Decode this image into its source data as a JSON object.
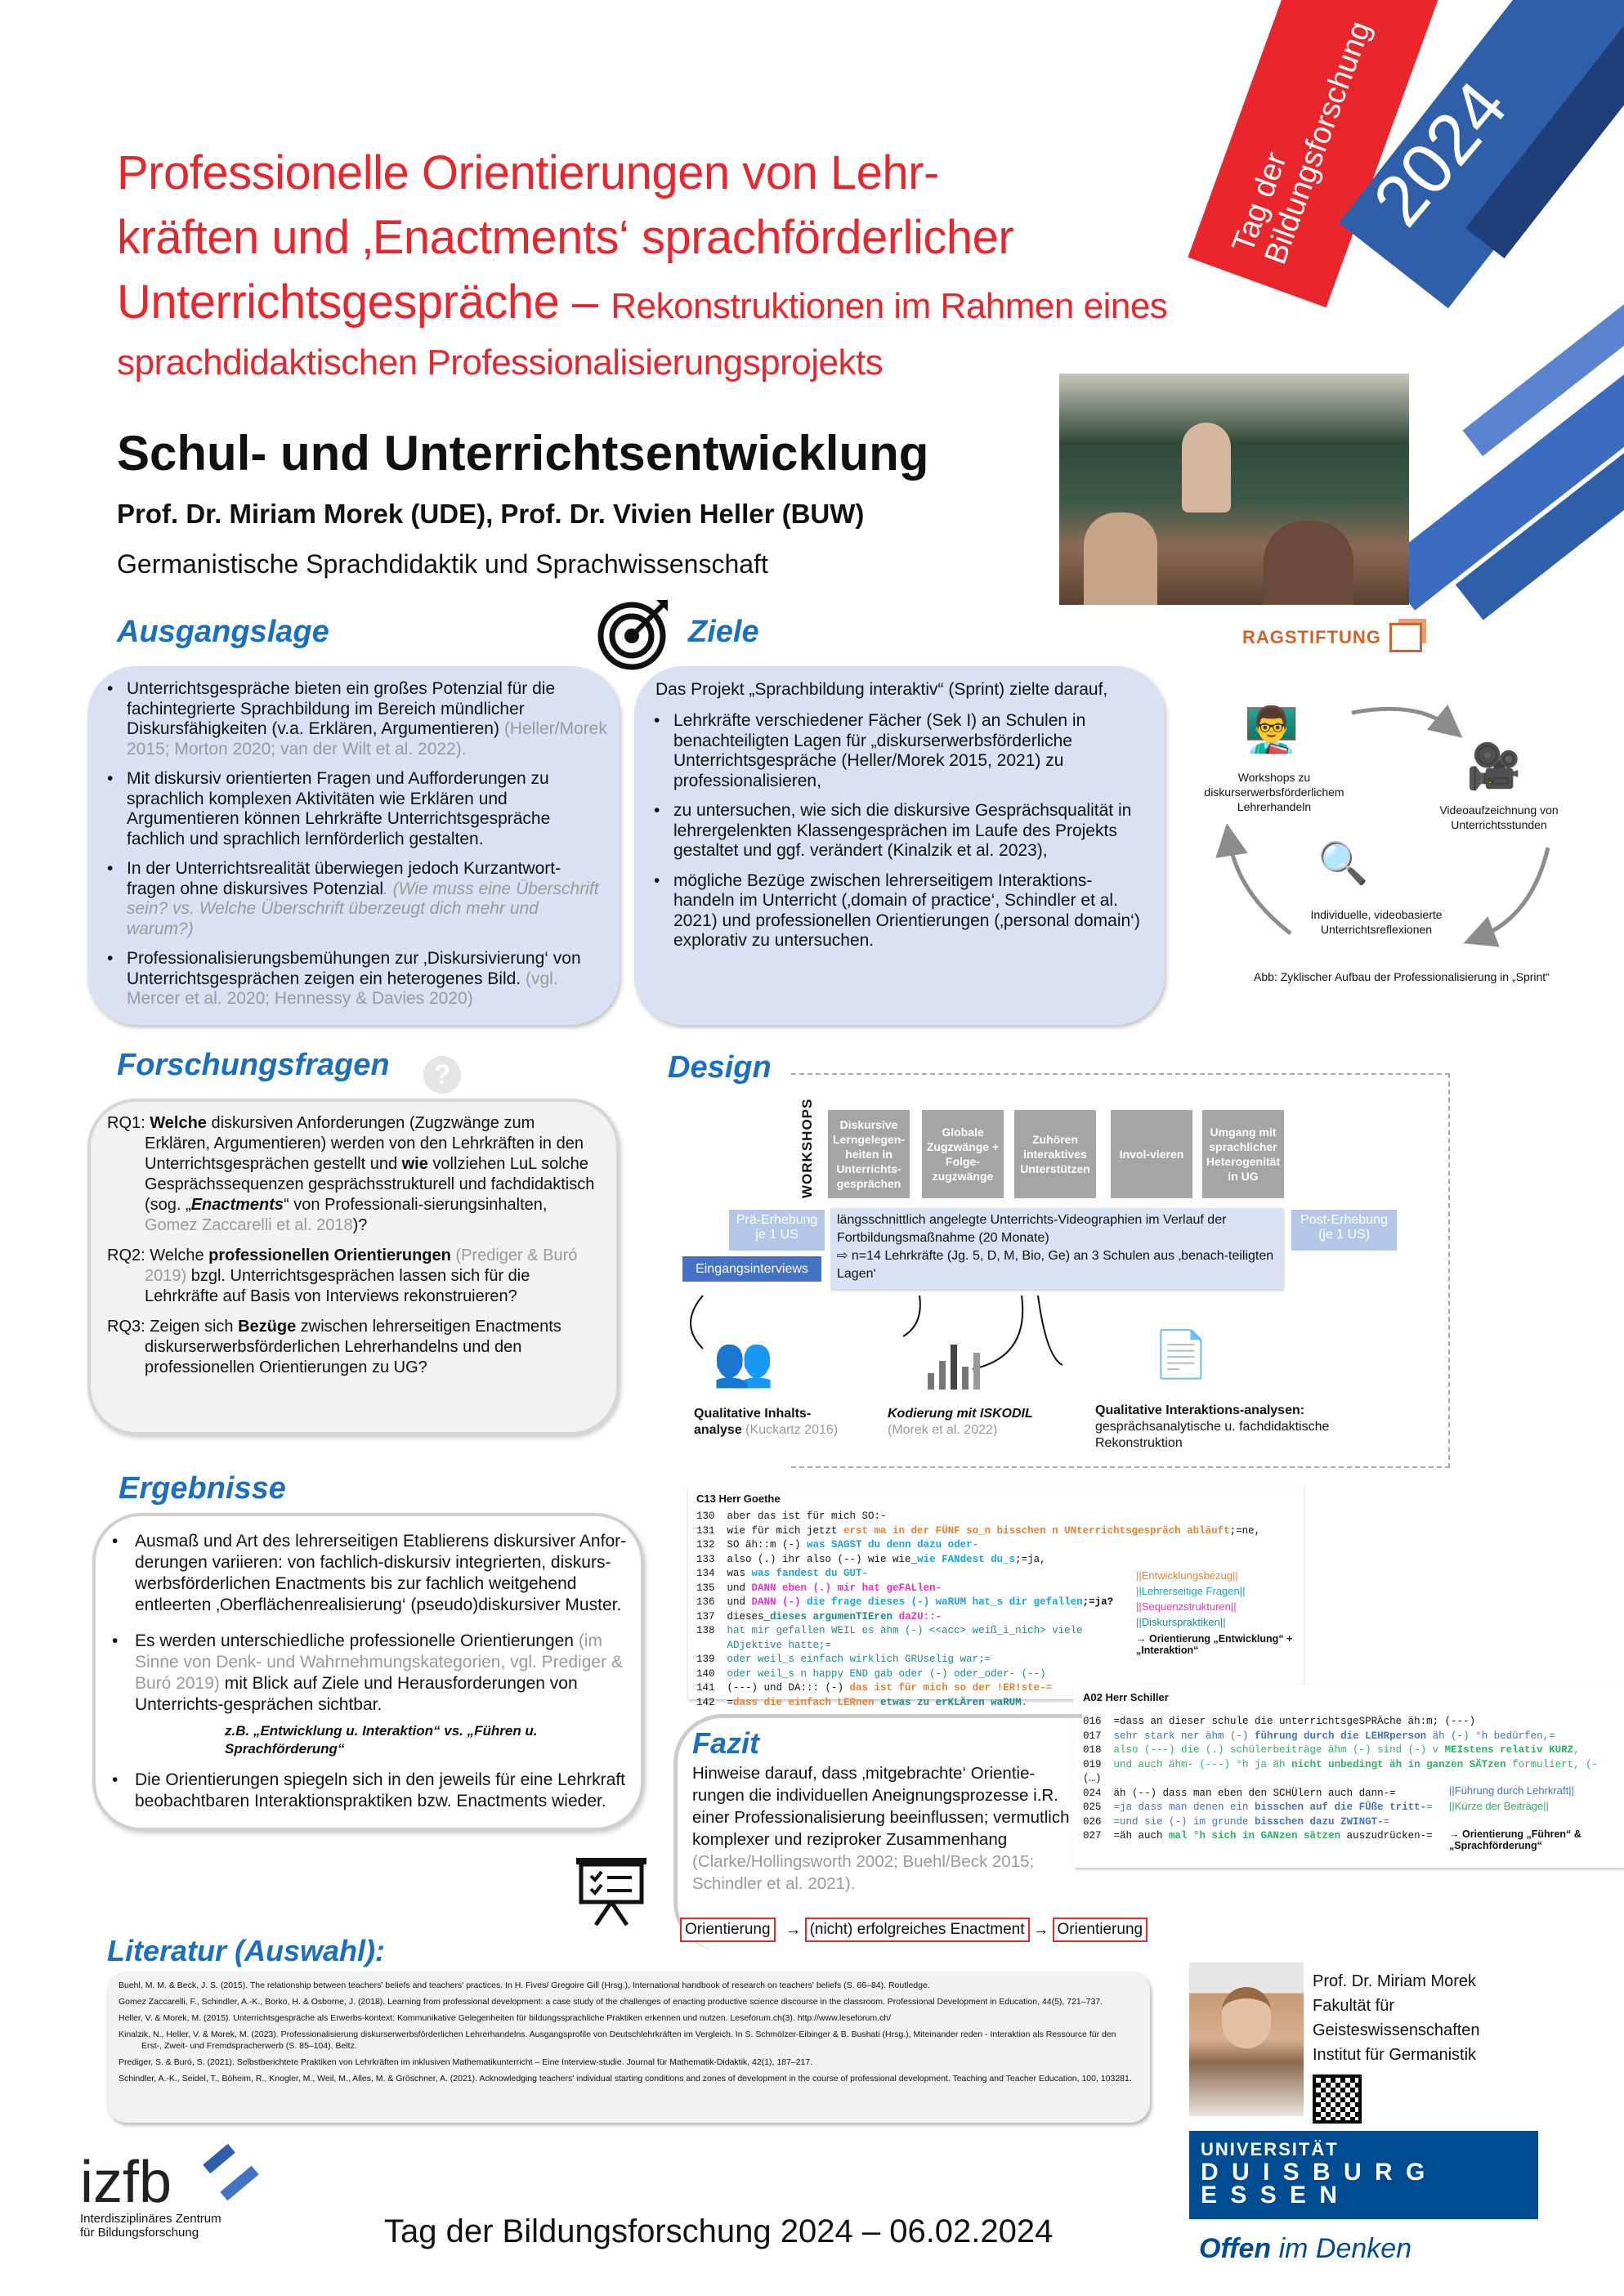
{
  "header": {
    "title_lines": [
      "Professionelle Orientierungen von Lehr-",
      "kräften und ‚Enactments‘ sprachförderlicher",
      "Unterrichtsgespräche –"
    ],
    "subtitle_1": "Rekonstruktionen im Rahmen eines",
    "subtitle_2": "sprachdidaktischen Professionalisierungsprojekts",
    "section": "Schul- und Unterrichtsentwicklung",
    "authors": "Prof. Dr. Miriam Morek (UDE), Prof. Dr. Vivien Heller (BUW)",
    "affiliation": "Germanistische Sprachdidaktik und Sprachwissenschaft",
    "banner_event": "Tag der Bildungsforschung",
    "banner_year": "2024",
    "sponsor": "RAGSTIFTUNG"
  },
  "colors": {
    "red": "#e8262b",
    "blue": "#1a6fbf",
    "box_blue": "#d9e2f3",
    "stripe_blue": "#2f5fa8"
  },
  "ausgangslage": {
    "heading": "Ausgangslage",
    "items": [
      [
        {
          "t": "Unterrichtsgespräche bieten ein großes Potenzial für die fachintegrierte Sprachbildung im Bereich mündlicher Diskursfähigkeiten (v.a. Erklären, Argumentieren) "
        },
        {
          "t": "(Heller/Morek 2015; Morton 2020; van der Wilt et al. 2022).",
          "s": "g"
        }
      ],
      [
        {
          "t": "Mit diskursiv orientierten Fragen und Aufforderungen zu sprachlich komplexen Aktivitäten wie Erklären und Argumentieren können Lehrkräfte Unterrichtsgespräche fachlich und sprachlich lernförderlich gestalten."
        }
      ],
      [
        {
          "t": "In der Unterrichtsrealität überwiegen jedoch Kurzantwort-fragen ohne diskursives Potenzial"
        },
        {
          "t": ". (Wie muss eine Überschrift sein? vs. Welche Überschrift überzeugt dich mehr und warum?)",
          "s": "g i"
        }
      ],
      [
        {
          "t": "Professionalisierungsbemühungen zur ‚Diskursivierung‘ von Unterrichtsgesprächen zeigen ein heterogenes Bild. "
        },
        {
          "t": "(vgl. Mercer et al. 2020; Hennessy & Davies 2020)",
          "s": "g"
        }
      ]
    ]
  },
  "ziele": {
    "heading": "Ziele",
    "intro": "Das Projekt „Sprachbildung interaktiv“ (Sprint) zielte darauf,",
    "items": [
      [
        {
          "t": "Lehrkräfte verschiedener Fächer (Sek I) an Schulen in benachteiligten Lagen für „diskurserwerbsförderliche Unterrichtsgespräche (Heller/Morek 2015, 2021) zu professionalisieren,"
        }
      ],
      [
        {
          "t": "zu untersuchen, wie sich die diskursive Gesprächsqualität in lehrergelenkten Klassengesprächen im Laufe des Projekts gestaltet und ggf. verändert (Kinalzik et al. 2023),"
        }
      ],
      [
        {
          "t": "mögliche Bezüge zwischen lehrerseitigem Interaktions-handeln im Unterricht (‚domain of practice‘, Schindler et al. 2021) und professionellen Orientierungen (‚personal domain‘) explorativ zu untersuchen."
        }
      ]
    ]
  },
  "cycle": {
    "steps": [
      "Workshops zu diskurserwerbsförderlichem Lehrerhandeln",
      "Videoaufzeichnung von Unterrichtsstunden",
      "Individuelle, videobasierte Unterrichtsreflexionen"
    ],
    "caption": "Abb: Zyklischer Aufbau der Professionalisierung in „Sprint“"
  },
  "forschungsfragen": {
    "heading": "Forschungsfragen",
    "items": [
      [
        {
          "t": "RQ1: "
        },
        {
          "t": "Welche",
          "s": "b"
        },
        {
          "t": " diskursiven Anforderungen (Zugzwänge zum Erklären, Argumentieren) werden von den Lehrkräften in den Unterrichtsgesprächen gestellt und "
        },
        {
          "t": "wie",
          "s": "b"
        },
        {
          "t": " vollziehen LuL solche Gesprächssequenzen gesprächsstrukturell und fachdidaktisch (sog. „"
        },
        {
          "t": "Enactments",
          "s": "b i"
        },
        {
          "t": "“ von Professionali-sierungsinhalten, "
        },
        {
          "t": "Gomez Zaccarelli et al. 2018",
          "s": "g"
        },
        {
          "t": ")?"
        }
      ],
      [
        {
          "t": "RQ2: Welche "
        },
        {
          "t": "professionellen Orientierungen",
          "s": "b"
        },
        {
          "t": " "
        },
        {
          "t": "(Prediger & Buró 2019)",
          "s": "g"
        },
        {
          "t": " bzgl. Unterrichtsgesprächen lassen sich für die Lehrkräfte auf Basis von Interviews rekonstruieren?"
        }
      ],
      [
        {
          "t": "RQ3: Zeigen sich "
        },
        {
          "t": "Bezüge",
          "s": "b"
        },
        {
          "t": " zwischen lehrerseitigen Enactments diskurserwerbsförderlichen Lehrerhandelns und den professionellen Orientierungen zu UG?"
        }
      ]
    ]
  },
  "design": {
    "heading": "Design",
    "workshops_label": "WORKSHOPS",
    "workshops": [
      "Diskursive Lerngelegen-heiten in Unterrichts-gesprächen",
      "Globale Zugzwänge + Folge-zugzwänge",
      "Zuhören interaktives Unterstützen",
      "Invol-vieren",
      "Umgang mit sprachlicher Heterogenität in UG"
    ],
    "pre": "Prä-Erhebung je 1 US",
    "post": "Post-Erhebung (je 1 US)",
    "interviews": "Eingangsinterviews",
    "main_1": "längsschnittlich angelegte Unterrichts-Videographien im Verlauf der Fortbildungsmaßnahme (20 Monate)",
    "main_2": "⇨ n=14 Lehrkräfte (Jg. 5, D, M, Bio, Ge) an 3 Schulen aus ‚benach-teiligten Lagen‘",
    "methods": [
      {
        "title": "Qualitative Inhalts-analyse",
        "cite": "(Kuckartz 2016)"
      },
      {
        "title": "Kodierung mit ISKODIL",
        "cite": "(Morek et al. 2022)"
      },
      {
        "title": "Qualitative Interaktions-analysen:",
        "cite": "gesprächsanalytische u. fachdidaktische Rekonstruktion"
      }
    ]
  },
  "ergebnisse": {
    "heading": "Ergebnisse",
    "items": [
      [
        {
          "t": "Ausmaß und Art des lehrerseitigen Etablierens diskursiver Anfor-derungen variieren: von fachlich-diskursiv integrierten, diskurs-werbsförderlichen Enactments bis zur fachlich weitgehend entleerten ‚Oberflächenrealisierung‘ (pseudo)diskursiver Muster."
        }
      ],
      [
        {
          "t": "Es werden unterschiedliche professionelle Orientierungen "
        },
        {
          "t": "(im Sinne von Denk- und Wahrnehmungskategorien, vgl. Prediger & Buró 2019)",
          "s": "g"
        },
        {
          "t": " mit Blick auf Ziele und Herausforderungen von Unterrichts-gesprächen sichtbar."
        }
      ],
      [
        {
          "t": "Die Orientierungen spiegeln sich in den jeweils für eine Lehrkraft beobachtbaren Interaktionspraktiken bzw. Enactments wieder."
        }
      ]
    ],
    "example": "z.B. „Entwicklung u. Interaktion“ vs. „Führen u. Sprachförderung“"
  },
  "transcript_c13": {
    "title": "C13 Herr Goethe",
    "lines": [
      {
        "n": "130",
        "segs": [
          {
            "t": "aber das ist für mich SO:-"
          }
        ]
      },
      {
        "n": "131",
        "segs": [
          {
            "t": "wie für mich jetzt "
          },
          {
            "t": "erst ma in der FÜNF so_n bisschen n UNterrichtsgespräch abläuft",
            "c": "c-or"
          },
          {
            "t": ";=ne,"
          }
        ]
      },
      {
        "n": "132",
        "segs": [
          {
            "t": "SO äh::m (-) "
          },
          {
            "t": "was SAGST du denn dazu oder-",
            "c": "c-cy"
          }
        ]
      },
      {
        "n": "133",
        "segs": [
          {
            "t": "also (.) ihr also (--) wie wie_"
          },
          {
            "t": "wie FANdest du_s",
            "c": "c-cy"
          },
          {
            "t": ";=ja,"
          }
        ]
      },
      {
        "n": "134",
        "segs": [
          {
            "t": "was "
          },
          {
            "t": "was fandest du GUT-",
            "c": "c-cy"
          }
        ]
      },
      {
        "n": "135",
        "segs": [
          {
            "t": "und "
          },
          {
            "t": "DANN eben (.) mir hat geFALlen-",
            "c": "c-mg"
          }
        ]
      },
      {
        "n": "136",
        "segs": [
          {
            "t": "und "
          },
          {
            "t": "DANN (-) ",
            "c": "c-mg"
          },
          {
            "t": "die frage dieses (-) waRUM hat_s dir gefallen",
            "c": "c-cy"
          },
          {
            "t": ";=ja?",
            "c": "c-bk"
          }
        ]
      },
      {
        "n": "137",
        "segs": [
          {
            "t": "dieses_"
          },
          {
            "t": "dieses argumenTIEren",
            "c": "c-tlb"
          },
          {
            "t": " "
          },
          {
            "t": "daZU::-",
            "c": "c-mg"
          }
        ]
      },
      {
        "n": "138",
        "segs": [
          {
            "t": "hat mir gefallen WEIL es ähm (-) <<acc> weiß_i_nich> viele\n     ADjektive hatte;=",
            "c": "c-tl"
          }
        ]
      },
      {
        "n": "139",
        "segs": [
          {
            "t": "oder weil_s einfach wirklich GRUselig war;=",
            "c": "c-tl"
          }
        ]
      },
      {
        "n": "140",
        "segs": [
          {
            "t": "oder weil_s n happy END gab oder (-) oder_oder- (--)",
            "c": "c-tl"
          }
        ]
      },
      {
        "n": "141",
        "segs": [
          {
            "t": "(---) und DA::: (-) "
          },
          {
            "t": "das ist für mich so der !ER!ste-=",
            "c": "c-or"
          }
        ]
      },
      {
        "n": "142",
        "segs": [
          {
            "t": "="
          },
          {
            "t": "dass die einfach LERnen",
            "c": "c-or"
          },
          {
            "t": " "
          },
          {
            "t": "etwas zu erKLÄren waRUM.",
            "c": "c-tlb"
          }
        ]
      }
    ],
    "codes": [
      {
        "t": "||Entwicklungsbezug||",
        "c": "#f07f2a"
      },
      {
        "t": "||Lehrerseitige Fragen||",
        "c": "#1aa3e0"
      },
      {
        "t": "||Sequenzstrukturen||",
        "c": "#ff2bbf"
      },
      {
        "t": "||Diskurspraktiken||",
        "c": "#1e8a8a"
      }
    ],
    "orientation": "→ Orientierung „Entwicklung“ + „Interaktion“"
  },
  "transcript_a02": {
    "title": "A02 Herr Schiller",
    "lines": [
      {
        "n": "016",
        "segs": [
          {
            "t": "=dass an dieser schule die unterrichtsgeSPRÄche äh:m; (---)"
          }
        ]
      },
      {
        "n": "017",
        "segs": [
          {
            "t": "sehr stark ner ähm (-) ",
            "c": "c-bl"
          },
          {
            "t": "führung durch die LEHRperson",
            "c": "c-blb"
          },
          {
            "t": " äh (-) °h bedürfen,=",
            "c": "c-bl"
          }
        ]
      },
      {
        "n": "018",
        "segs": [
          {
            "t": "also (---) die (.) schülerbeiträge ähm (-) sind (-) v ",
            "c": "c-gr"
          },
          {
            "t": "MEIstens relativ KURZ",
            "c": "c-grb"
          },
          {
            "t": ",",
            "c": "c-gr"
          }
        ]
      },
      {
        "n": "019",
        "segs": [
          {
            "t": "und auch ähm- (---) °h ja äh ",
            "c": "c-gr"
          },
          {
            "t": "nicht unbedingt äh in ganzen SÄTzen",
            "c": "c-grb"
          },
          {
            "t": " formuliert, (-",
            "c": "c-gr"
          }
        ]
      },
      {
        "n": "(…)",
        "segs": [
          {
            "t": ""
          }
        ]
      },
      {
        "n": "024",
        "segs": [
          {
            "t": "äh (--) dass man eben den SCHÜlern auch dann-="
          }
        ]
      },
      {
        "n": "025",
        "segs": [
          {
            "t": "=ja dass man denen ein ",
            "c": "c-bl"
          },
          {
            "t": "bisschen auf die FÜße tritt-",
            "c": "c-blb"
          },
          {
            "t": "=",
            "c": "c-bl"
          }
        ]
      },
      {
        "n": "026",
        "segs": [
          {
            "t": "=und sie (-) im grunde ",
            "c": "c-bl"
          },
          {
            "t": "bisschen dazu ZWINGT-",
            "c": "c-blb"
          },
          {
            "t": "=",
            "c": "c-bl"
          }
        ]
      },
      {
        "n": "027",
        "segs": [
          {
            "t": "=äh auch "
          },
          {
            "t": "mal °h sich in GANzen sätzen",
            "c": "c-grb"
          },
          {
            "t": " auszudrücken-="
          }
        ]
      }
    ],
    "codes": [
      {
        "t": "||Führung durch Lehrkraft||",
        "c": "#4472c4"
      },
      {
        "t": "||Kürze der Beiträge||",
        "c": "#28b463"
      }
    ],
    "orientation": "→ Orientierung „Führen“ & „Sprachförderung“"
  },
  "fazit": {
    "heading": "Fazit",
    "text": "Hinweise darauf, dass ‚mitgebrachte‘ Orientie-rungen die individuellen Aneignungsprozesse i.R. einer Professionalisierung beeinflussen; vermutlich komplexer und reziproker Zusammenhang ",
    "cite": "(Clarke/Hollingsworth 2002; Buehl/Beck 2015; Schindler et al. 2021).",
    "flow": [
      "Orientierung",
      "(nicht) erfolgreiches Enactment",
      "Orientierung"
    ],
    "arrow": "→"
  },
  "literatur": {
    "heading": "Literatur (Auswahl):",
    "refs": [
      "Buehl, M. M. & Beck, J. S. (2015). The relationship between teachers' beliefs and teachers' practices. In H. Fives/ Gregoire Gill (Hrsg.), International handbook of research on teachers' beliefs (S. 66–84). Routledge.",
      "Gomez Zaccarelli, F., Schindler, A.-K., Borko, H. & Osborne, J. (2018). Learning from professional development: a case study of the challenges of enacting productive science discourse in the classroom. Professional Development in Education, 44(5), 721–737.",
      "Heller, V. & Morek, M. (2015). Unterrichtsgespräche als Erwerbs-kontext: Kommunikative Gelegenheiten für bildungssprachliche Praktiken erkennen und nutzen. Leseforum.ch(3). http://www.leseforum.ch/",
      "Kinalzik, N., Heller, V. & Morek, M. (2023). Professionalisierung diskurserwerbsförderlichen Lehrerhandelns. Ausgangsprofile von Deutschlehrkräften im Vergleich. In S. Schmölzer-Eibinger & B. Bushati (Hrsg.), Miteinander reden - Interaktion als Ressource für den Erst-, Zweit- und Fremdspracherwerb (S. 85–104). Beltz.",
      "Prediger, S. & Buró, S. (2021). Selbstberichtete Praktiken von Lehrkräften im inklusiven Mathematikunterricht – Eine Interview-studie. Journal für Mathematik-Didaktik, 42(1), 187–217.",
      "Schindler, A.-K., Seidel, T., Böheim, R., Knogler, M., Weil, M., Alles, M. & Gröschner, A. (2021). Acknowledging teachers' individual starting conditions and zones of development in the course of professional development. Teaching and Teacher Education, 100, 103281."
    ]
  },
  "contact": {
    "lines": [
      "Prof. Dr. Miriam Morek",
      "Fakultät für",
      "Geisteswissenschaften",
      "Institut für Germanistik"
    ]
  },
  "logos": {
    "ude_1": "UNIVERSITÄT",
    "ude_2": "D U I S B U R G",
    "ude_3": "E S S E N",
    "ude_slogan_1": "Offen",
    "ude_slogan_2": " im Denken",
    "izfb": "izfb",
    "izfb_sub_1": "Interdisziplinäres Zentrum",
    "izfb_sub_2": "für Bildungsforschung"
  },
  "footer": "Tag der Bildungsforschung 2024 – 06.02.2024"
}
